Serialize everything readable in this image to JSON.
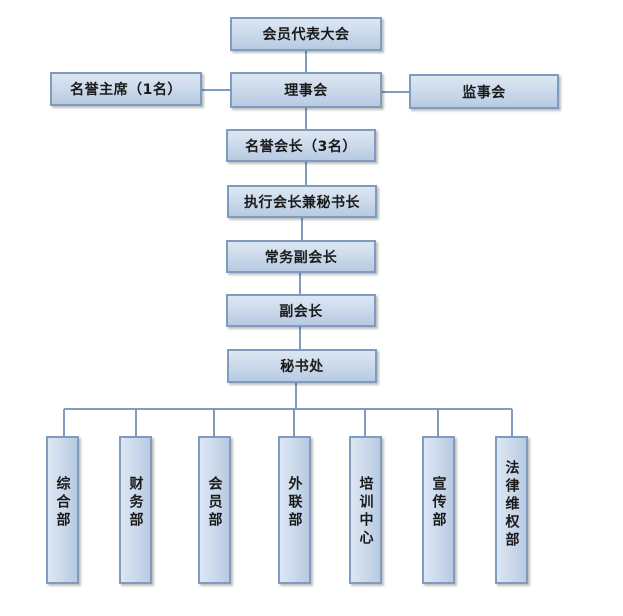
{
  "nodes": {
    "assembly": "会员代表大会",
    "honorary_chair": "名誉主席（1名）",
    "council": "理事会",
    "supervisory": "监事会",
    "honorary_president": "名誉会长（3名）",
    "exec_president": "执行会长兼秘书长",
    "exec_vice_president": "常务副会长",
    "vice_president": "副会长",
    "secretariat": "秘书处"
  },
  "departments": [
    "综合部",
    "财务部",
    "会员部",
    "外联部",
    "培训中心",
    "宣传部",
    "法律维权部"
  ],
  "colors": {
    "box_fill": "#c9d8ea",
    "box_border": "#7f9cbf",
    "line": "#7f9cbf"
  }
}
